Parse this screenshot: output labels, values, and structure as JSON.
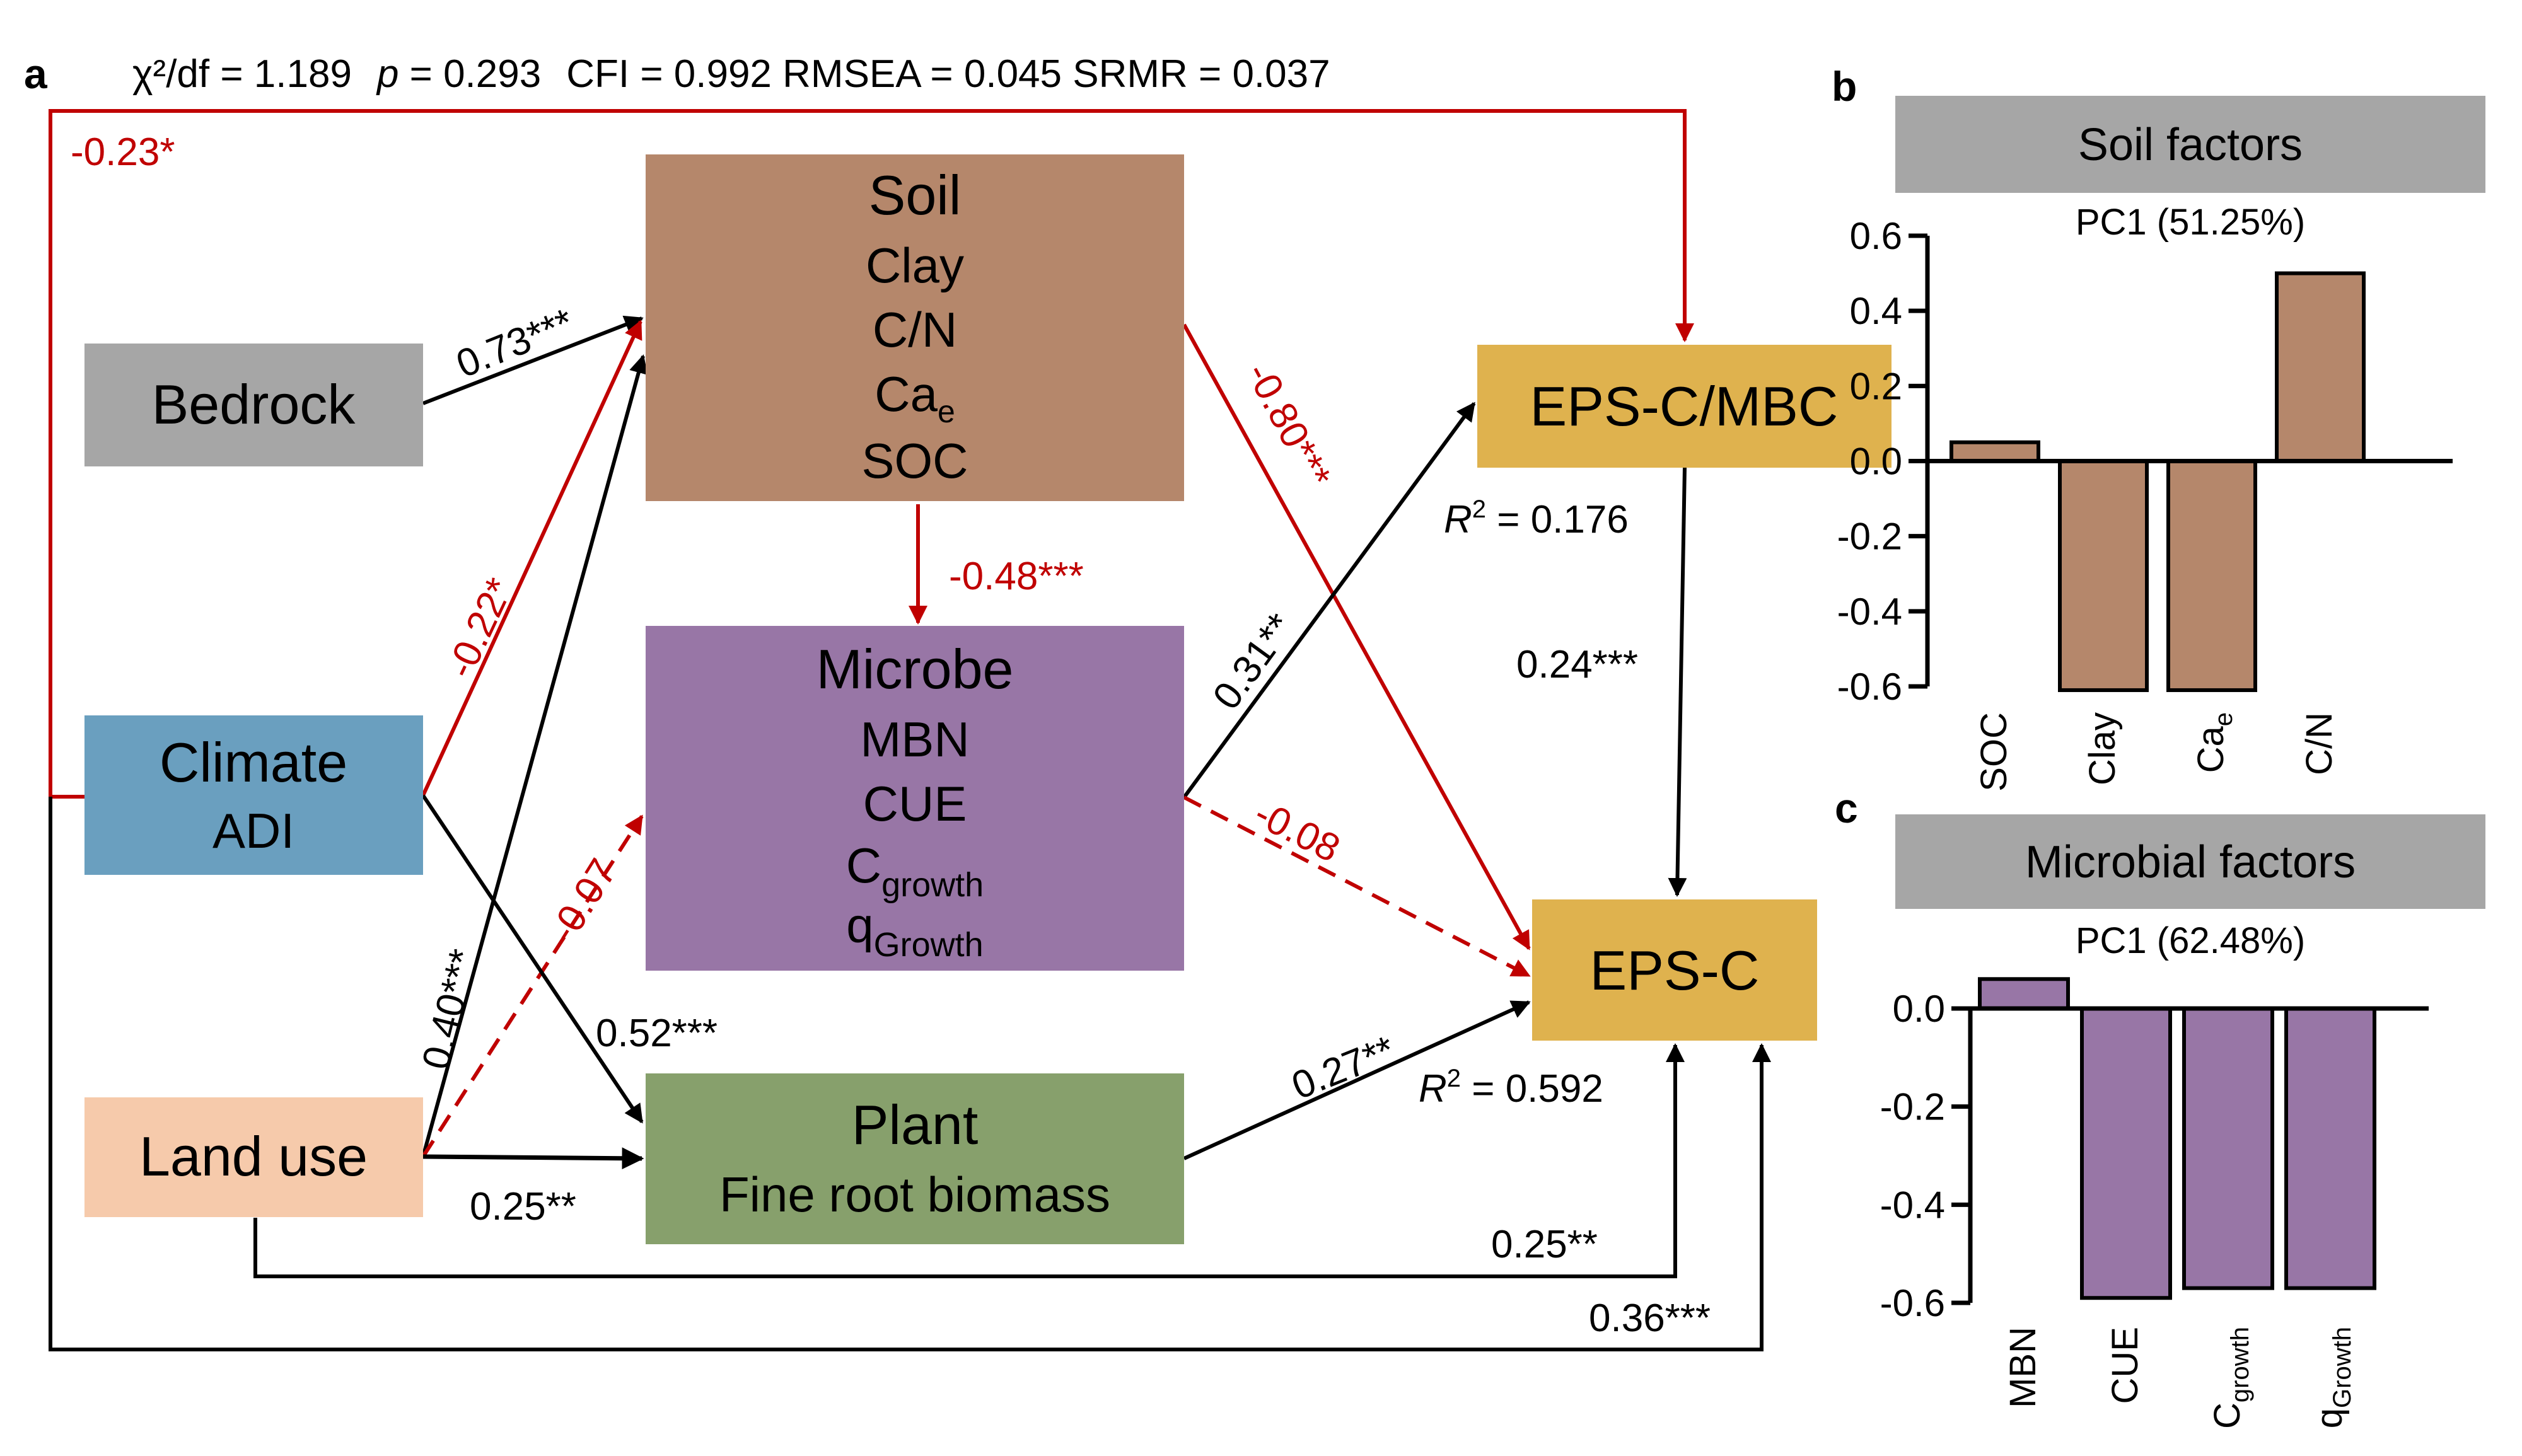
{
  "colors": {
    "negative_path": "#c00000",
    "positive_path": "#000000",
    "soil": "#b5876b",
    "bedrock": "#a6a6a6",
    "climate": "#6a9fbf",
    "land_use": "#f6caab",
    "microbe": "#9876a6",
    "plant": "#87a06c",
    "eps": "#dfb24e",
    "panel_header": "#a6a6a6"
  },
  "panel_a": {
    "label": "a",
    "fit_stats": {
      "chi2_label": "χ²/df = 1.189",
      "p_symbol": "p",
      "p_value": " = 0.293",
      "rest": "CFI = 0.992  RMSEA = 0.045  SRMR = 0.037"
    },
    "nodes": {
      "bedrock": {
        "title": "Bedrock"
      },
      "climate": {
        "title": "Climate",
        "items": [
          "ADI"
        ]
      },
      "land_use": {
        "title": "Land use"
      },
      "soil": {
        "title": "Soil",
        "items": [
          "Clay",
          "C/N",
          "Ca",
          "SOC"
        ],
        "ca_sub": "e"
      },
      "microbe": {
        "title": "Microbe",
        "items": [
          "MBN",
          "CUE",
          "C",
          "q"
        ],
        "c_sub": "growth",
        "q_sub": "Growth"
      },
      "plant": {
        "title": "Plant",
        "items": [
          "Fine root biomass"
        ]
      },
      "eps_mbc": {
        "title": "EPS-C/MBC",
        "r2_label": "R",
        "r2_value": " = 0.176"
      },
      "eps_c": {
        "title": "EPS-C",
        "r2_label": "R",
        "r2_value": " = 0.592"
      }
    },
    "paths": [
      {
        "from": "climate",
        "to": "eps_mbc",
        "coef": "-0.23*",
        "sign": "negative",
        "significant": true
      },
      {
        "from": "bedrock",
        "to": "soil",
        "coef": "0.73***",
        "sign": "positive",
        "significant": true
      },
      {
        "from": "climate",
        "to": "soil",
        "coef": "-0.22*",
        "sign": "negative",
        "significant": true
      },
      {
        "from": "land_use",
        "to": "soil",
        "coef": "0.40***",
        "sign": "positive",
        "significant": true
      },
      {
        "from": "soil",
        "to": "microbe",
        "coef": "-0.48***",
        "sign": "negative",
        "significant": true
      },
      {
        "from": "soil",
        "to": "eps_c",
        "coef": "-0.80***",
        "sign": "negative",
        "significant": true
      },
      {
        "from": "land_use",
        "to": "microbe",
        "coef": "-0.07",
        "sign": "negative",
        "significant": false
      },
      {
        "from": "climate",
        "to": "plant",
        "coef": "0.52***",
        "sign": "positive",
        "significant": true
      },
      {
        "from": "land_use",
        "to": "plant",
        "coef": "0.25**",
        "sign": "positive",
        "significant": true
      },
      {
        "from": "microbe",
        "to": "eps_mbc",
        "coef": "0.31**",
        "sign": "positive",
        "significant": true
      },
      {
        "from": "microbe",
        "to": "eps_c",
        "coef": "-0.08",
        "sign": "negative",
        "significant": false
      },
      {
        "from": "plant",
        "to": "eps_c",
        "coef": "0.27**",
        "sign": "positive",
        "significant": true
      },
      {
        "from": "eps_mbc",
        "to": "eps_c",
        "coef": "0.24***",
        "sign": "positive",
        "significant": true
      },
      {
        "from": "land_use",
        "to": "eps_c",
        "coef": "0.25**",
        "sign": "positive",
        "significant": true
      },
      {
        "from": "climate",
        "to": "eps_c",
        "coef": "0.36***",
        "sign": "positive",
        "significant": true
      }
    ]
  },
  "chart_data": [
    {
      "type": "bar",
      "panel_label": "b",
      "title": "Soil factors",
      "subtitle": "PC1 (51.25%)",
      "categories": [
        "SOC",
        "Clay",
        "Ca",
        "C/N"
      ],
      "category_subscripts": [
        "",
        "",
        "e",
        ""
      ],
      "values": [
        0.05,
        -0.61,
        -0.61,
        0.5
      ],
      "ylim": [
        -0.6,
        0.6
      ],
      "yticks": [
        0.6,
        0.4,
        0.2,
        0.0,
        -0.2,
        -0.4,
        -0.6
      ],
      "ytick_labels": [
        "0.6",
        "0.4",
        "0.2",
        "0.0",
        "-0.2",
        "-0.4",
        "-0.6"
      ],
      "xlabel": "",
      "ylabel": "",
      "bar_color": "#b5876b",
      "grid": false
    },
    {
      "type": "bar",
      "panel_label": "c",
      "title": "Microbial factors",
      "subtitle": "PC1 (62.48%)",
      "categories": [
        "MBN",
        "CUE",
        "C",
        "q"
      ],
      "category_subscripts": [
        "",
        "",
        "growth",
        "Growth"
      ],
      "values": [
        0.06,
        -0.59,
        -0.57,
        -0.57
      ],
      "ylim": [
        -0.6,
        0.0
      ],
      "yticks": [
        0.0,
        -0.2,
        -0.4,
        -0.6
      ],
      "ytick_labels": [
        "0.0",
        "-0.2",
        "-0.4",
        "-0.6"
      ],
      "xlabel": "",
      "ylabel": "",
      "bar_color": "#9876a6",
      "grid": false
    }
  ]
}
